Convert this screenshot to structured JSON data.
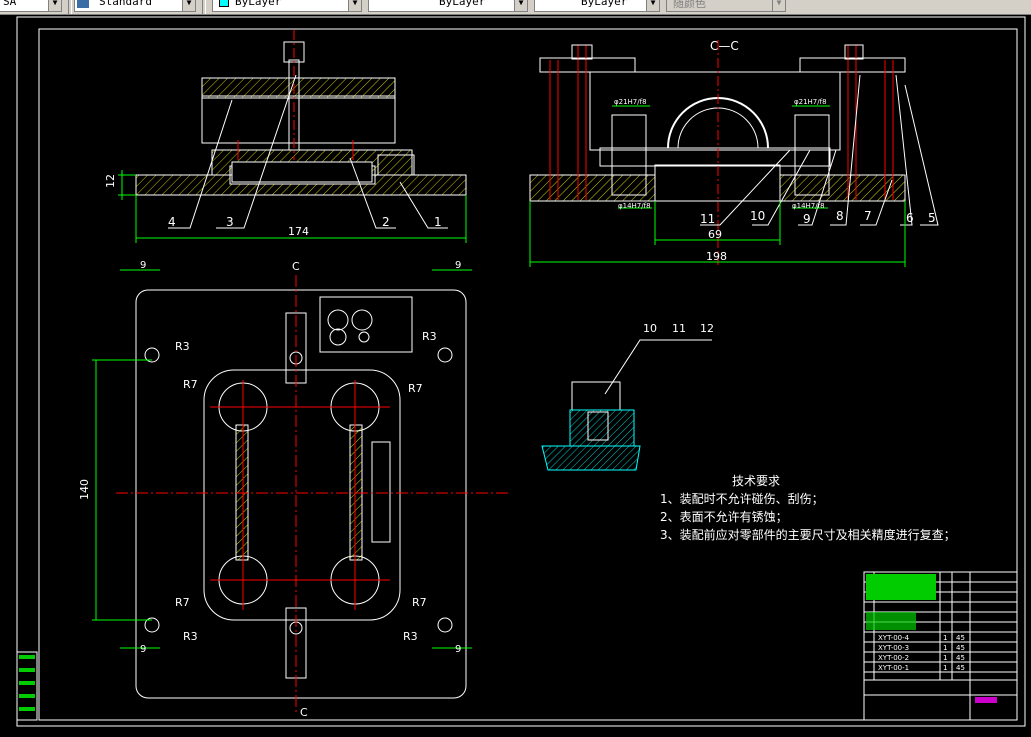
{
  "toolbar": {
    "left_text": "SA",
    "text_style": "Standard",
    "layer_text": "ByLayer",
    "linetype_text": "ByLayer",
    "lineweight_text": "ByLayer",
    "plotstyle_text": "随颜色"
  },
  "drawing": {
    "section_label": "C—C",
    "cut_label": "C",
    "dims": {
      "d12": "12",
      "d174": "174",
      "d198": "198",
      "d69": "69",
      "d140": "140",
      "d9": "9",
      "r3": "R3",
      "r7": "R7"
    },
    "fits": {
      "f1": "φ21H7/f8",
      "f2": "φ21H7/f8",
      "f3": "φ14H7/f8",
      "f4": "φ14H7/f8"
    },
    "balloons_left": [
      "4",
      "3",
      "2",
      "1"
    ],
    "balloons_right": [
      "11",
      "10",
      "9",
      "8",
      "7",
      "6",
      "5"
    ],
    "detail_balloons": [
      "10",
      "11",
      "12"
    ],
    "notes": {
      "title": "技术要求",
      "lines": [
        "1、装配时不允许碰伤、刮伤；",
        "2、表面不允许有锈蚀；",
        "3、装配前应对零部件的主要尺寸及相关精度进行复查；"
      ]
    },
    "title_block": {
      "rows": [
        "XYT-00-4",
        "XYT-00-3",
        "XYT-00-2",
        "XYT-00-1"
      ],
      "qty": [
        "1",
        "1",
        "1",
        "1"
      ],
      "mat": [
        "45",
        "45",
        "45",
        "45"
      ]
    }
  }
}
